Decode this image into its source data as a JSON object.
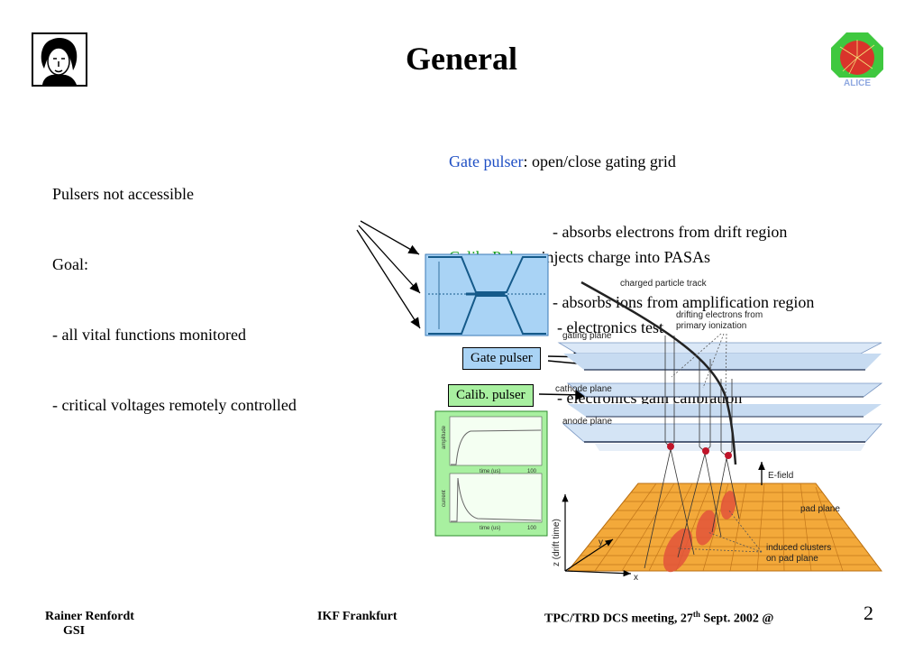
{
  "slide": {
    "title": "General",
    "page_number": "2"
  },
  "left_text": {
    "line1": "Pulsers not accessible",
    "line2": "Goal:",
    "line3": "- all vital functions monitored",
    "line4": "- critical voltages remotely controlled"
  },
  "gate_pulser": {
    "label": "Gate pulser",
    "description": ": open/close gating grid",
    "bullet1": "- absorbs electrons from drift region",
    "bullet2": "- absorbs ions from amplification region"
  },
  "calib_pulser": {
    "label": "Calib. Pulser",
    "description": ": injects charge into PASAs",
    "bullet1": "- electronics test",
    "bullet2": "- electronics gain calibration"
  },
  "diagram": {
    "gate_box_label": "Gate pulser",
    "calib_box_label": "Calib. pulser",
    "charged_track": "charged particle track",
    "drifting_line1": "drifting electrons from",
    "drifting_line2": "primary ionization",
    "gating_plane": "gating plane",
    "cathode_plane": "cathode plane",
    "anode_plane": "anode plane",
    "e_field": "E-field",
    "pad_plane": "pad plane",
    "z_axis": "z (drift time)",
    "y_axis": "y",
    "x_axis": "x",
    "induced_line1": "induced clusters",
    "induced_line2": "on pad plane",
    "plot_top_ylabel": "amplitude",
    "plot_top_xlabel": "time (us)",
    "plot_top_xmax": "100",
    "plot_bottom_ylabel": "current",
    "plot_bottom_xlabel": "time (us)",
    "plot_bottom_xmax": "100"
  },
  "footer": {
    "author_line1": "Rainer Renfordt",
    "author_line2": "GSI",
    "institute": "IKF  Frankfurt",
    "meeting_pre": "TPC/TRD DCS meeting, 27",
    "meeting_sup": "th",
    "meeting_post": " Sept. 2002 @"
  },
  "colors": {
    "gate": "#1f4fc4",
    "calib": "#19a019",
    "gate_box": "#a9d3f5",
    "calib_box": "#a8f0a0",
    "pad": "#f3a93a"
  }
}
